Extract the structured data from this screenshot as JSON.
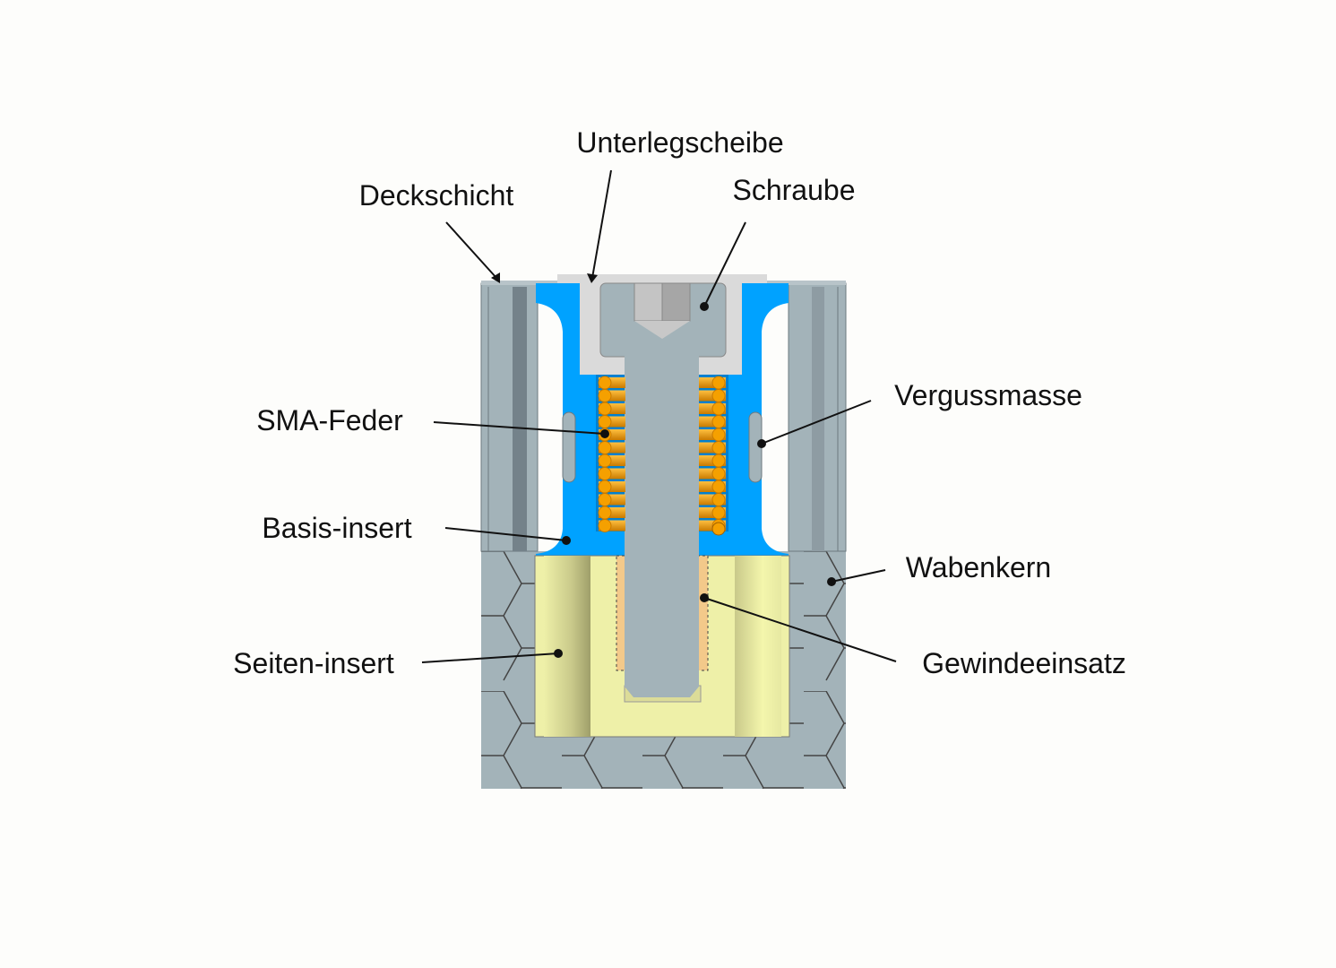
{
  "diagram": {
    "labels": {
      "washer": "Unterlegscheibe",
      "face_sheet": "Deckschicht",
      "screw": "Schraube",
      "sma_spring": "SMA-Feder",
      "potting": "Vergussmasse",
      "base_insert": "Basis-insert",
      "honeycomb": "Wabenkern",
      "side_insert": "Seiten-insert",
      "thread_insert": "Gewindeeinsatz"
    },
    "colors": {
      "potting": "#00a2ff",
      "spring": "#f5a000",
      "metal_grey": "#a3b3b9",
      "washer": "#dadada",
      "insert_yellow": "#eef0a8",
      "thread_insert": "#f3c98a"
    }
  }
}
